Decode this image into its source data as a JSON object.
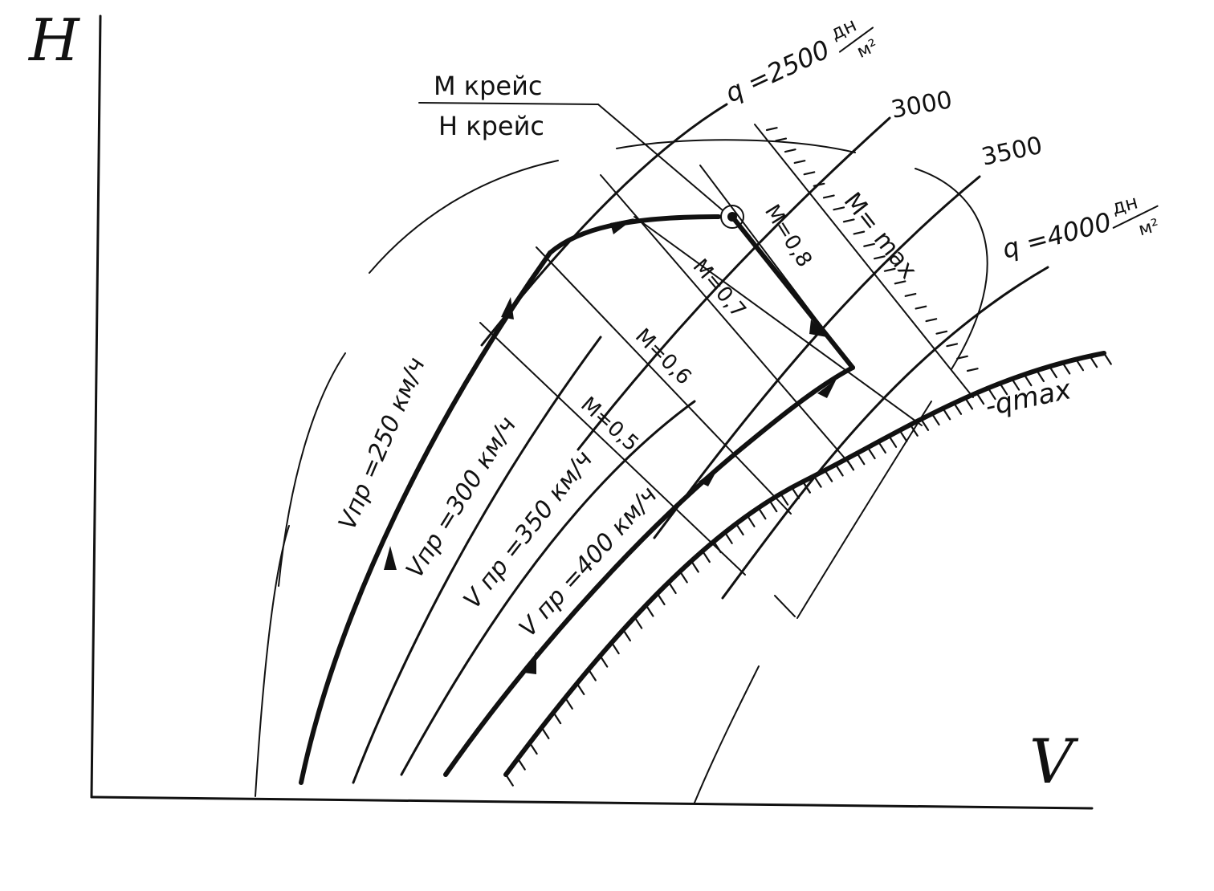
{
  "axes": {
    "y_label": "H",
    "x_label": "V"
  },
  "cruise": {
    "label_top": "М крейс",
    "label_bottom": "Н крейс"
  },
  "q_lines": [
    {
      "label": "q =2500",
      "unit_top": "дн",
      "unit_bottom": "м²"
    },
    {
      "label": "3000"
    },
    {
      "label": "3500"
    },
    {
      "label": "q =4000",
      "unit_top": "дн",
      "unit_bottom": "м²"
    }
  ],
  "q_max_label": "-qmax",
  "speed_lines": [
    {
      "label": "Vпр =250 км/ч"
    },
    {
      "label": "Vпр =300 км/ч"
    },
    {
      "label": "V пр =350 км/ч"
    },
    {
      "label": "V пр =400 км/ч"
    }
  ],
  "mach_lines": [
    {
      "label": "М=0,5"
    },
    {
      "label": "М=0,6"
    },
    {
      "label": "М=0,7"
    },
    {
      "label": "М=0,8"
    },
    {
      "label": "М= max"
    }
  ]
}
